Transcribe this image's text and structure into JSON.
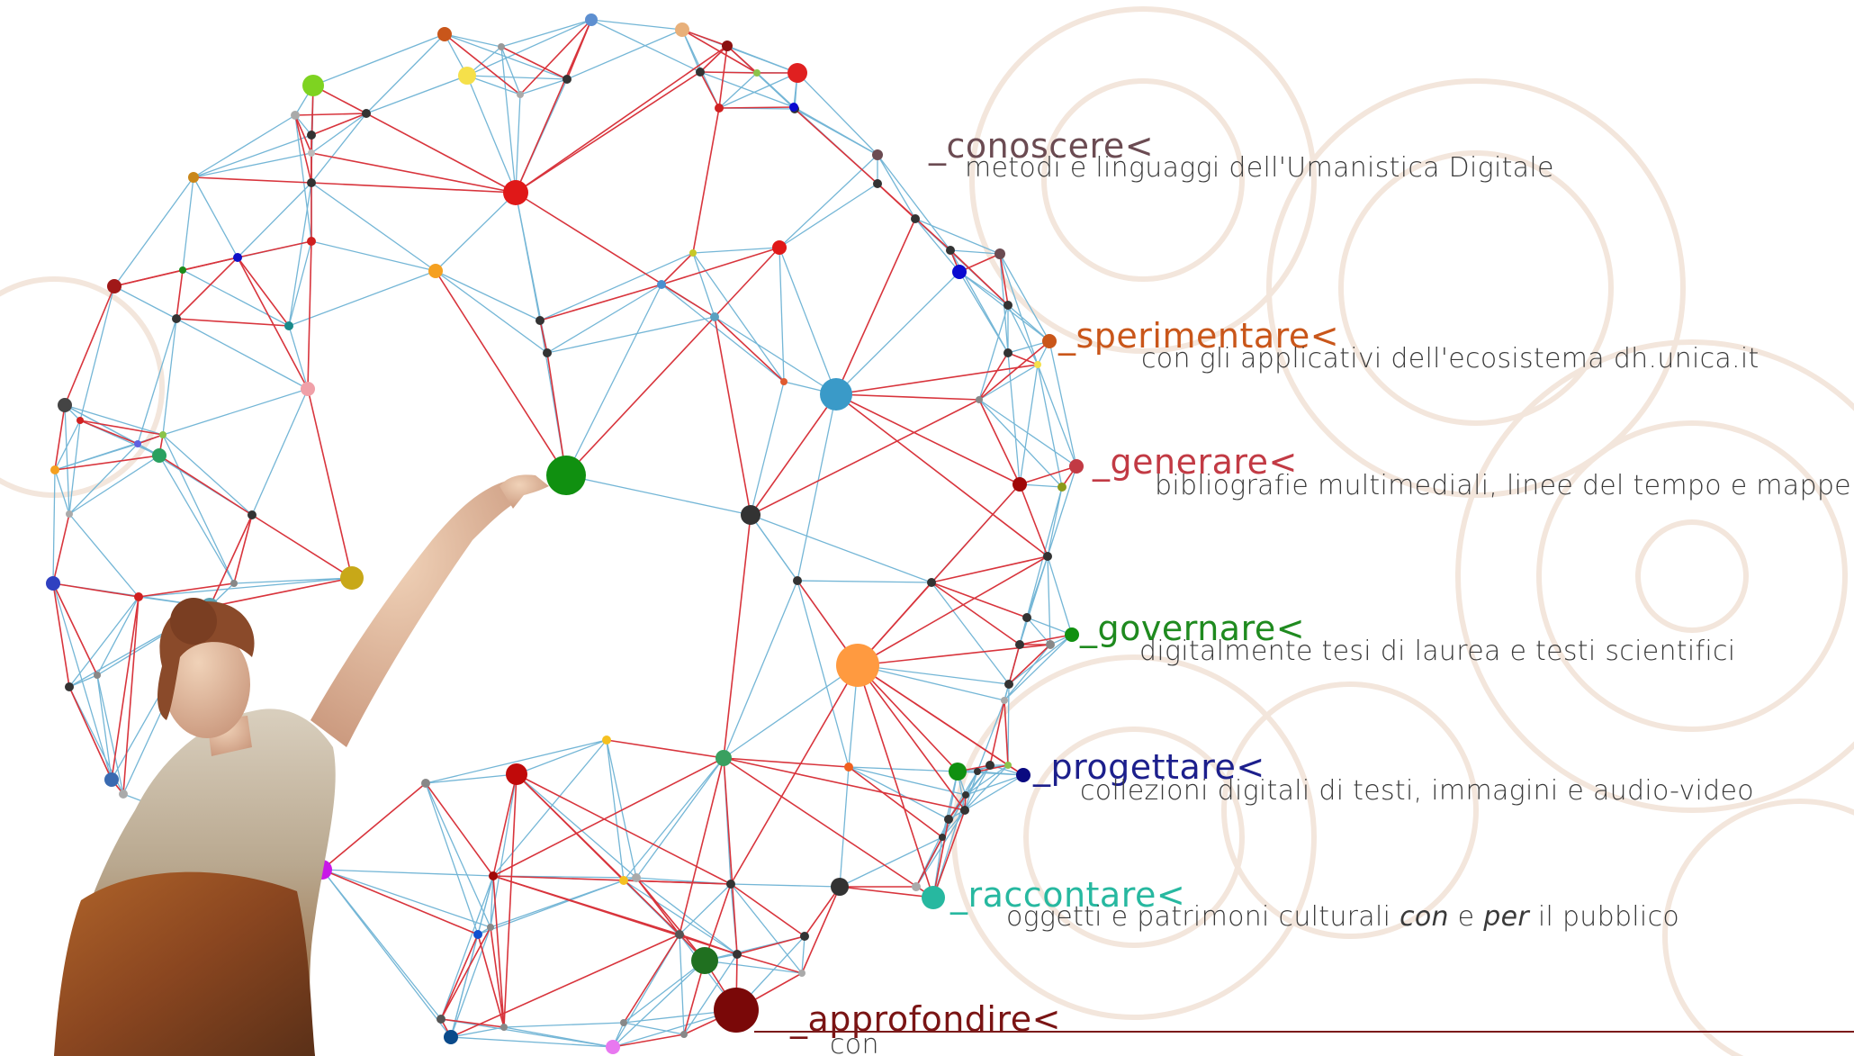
{
  "colors": {
    "edge_red": "#d8343c",
    "edge_blue": "#74b6d6",
    "bottom_rule": "#7a1a1a",
    "ornament": "#f3e6dc"
  },
  "items": [
    {
      "label": "_conoscere<",
      "color": "#6b4b52",
      "description": "metodi e linguaggi dell'Umanistica Digitale"
    },
    {
      "label": "_sperimentare<",
      "color": "#c9561a",
      "description": "con gli applicativi dell'ecosistema dh.unica.it"
    },
    {
      "label": "_generare<",
      "color": "#c23a44",
      "description": "bibliografie multimediali, linee del tempo e mappe"
    },
    {
      "label": "_governare<",
      "color": "#1f8a1f",
      "description": "digitalmente tesi di laurea e testi scientifici"
    },
    {
      "label": "_progettare<",
      "color": "#1c1f8c",
      "description": "collezioni digitali di testi, immagini e audio-video"
    },
    {
      "label": "_raccontare<",
      "color": "#27b8a0",
      "description_parts": [
        "oggetti e patrimoni culturali ",
        "con",
        " e ",
        "per",
        " il pubblico"
      ]
    },
    {
      "label": "_approfondire<",
      "color": "#7a1414",
      "description": "con"
    }
  ]
}
